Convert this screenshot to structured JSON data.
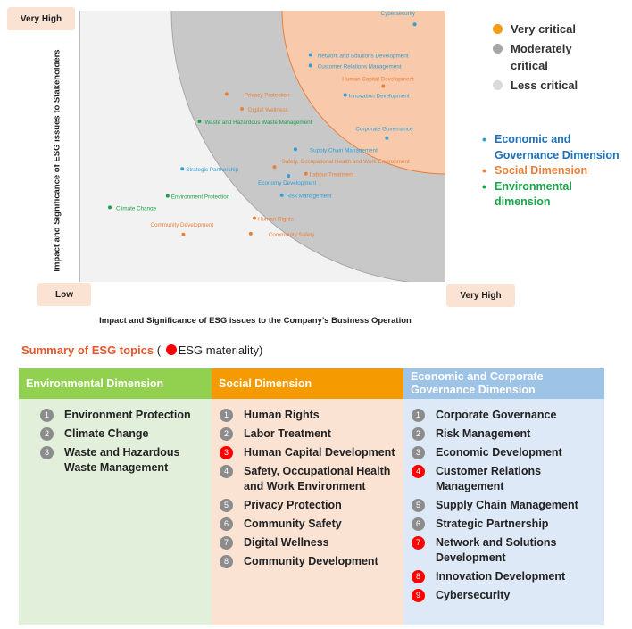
{
  "colors": {
    "economic": "#2e9fd6",
    "social": "#e9803a",
    "environmental": "#1aa34a",
    "very_critical_fill": "#f8c9aa",
    "very_critical_stroke": "#e9803a",
    "moderately_critical_fill": "#c8c8c8",
    "moderately_critical_stroke": "#a6a6a6",
    "less_critical_fill": "#f2f2f2",
    "legend_very_critical": "#f39c12",
    "legend_moderately_critical": "#a6a6a6",
    "legend_less_critical": "#d9d9d9",
    "env_head": "#92d050",
    "env_body": "#e2efda",
    "soc_head": "#f59a00",
    "soc_body": "#fbe3d4",
    "eco_head": "#9dc3e6",
    "eco_body": "#dde9f6"
  },
  "chart_data": {
    "type": "scatter",
    "xlabel": "Impact and Significance of ESG issues to the Company’s Business Operation",
    "ylabel": "Impact and Significance of ESG issues to Stakeholders",
    "x_low_label": "Low",
    "x_high_label": "Very High",
    "y_high_label": "Very High",
    "xlim": [
      0,
      100
    ],
    "ylim": [
      0,
      100
    ],
    "zones": [
      {
        "name": "Very critical",
        "icon": "orange-circle"
      },
      {
        "name": "Moderately critical",
        "icon": "grey-circle"
      },
      {
        "name": "Less critical",
        "icon": "light-grey-circle"
      }
    ],
    "dimensions": [
      {
        "key": "economic",
        "label": "Economic and Governance Dimension"
      },
      {
        "key": "social",
        "label": "Social Dimension"
      },
      {
        "key": "environmental",
        "label": "Environmental dimension"
      }
    ],
    "points": [
      {
        "label": "Cybersecurity",
        "dim": "economic",
        "x": 91.6,
        "y": 95.0
      },
      {
        "label": "Network and Solutions Development",
        "dim": "economic",
        "x": 63.1,
        "y": 83.7
      },
      {
        "label": "Customer Relations Management",
        "dim": "economic",
        "x": 63.1,
        "y": 79.8
      },
      {
        "label": "Human Capital Development",
        "dim": "social",
        "x": 83.0,
        "y": 72.2
      },
      {
        "label": "Innovation Development",
        "dim": "economic",
        "x": 72.6,
        "y": 68.9
      },
      {
        "label": "Privacy Protection",
        "dim": "social",
        "x": 40.2,
        "y": 69.3
      },
      {
        "label": "Digital Wellness",
        "dim": "social",
        "x": 44.4,
        "y": 63.8
      },
      {
        "label": "Waste and Hazardous Waste Management",
        "dim": "environmental",
        "x": 32.8,
        "y": 59.2
      },
      {
        "label": "Corporate Governance",
        "dim": "economic",
        "x": 84.0,
        "y": 53.1
      },
      {
        "label": "Supply Chain Management",
        "dim": "economic",
        "x": 59.0,
        "y": 48.9
      },
      {
        "label": "Safety, Occupational Health and Work Environment",
        "dim": "social",
        "x": 53.3,
        "y": 42.4
      },
      {
        "label": "Strategic Partnership",
        "dim": "economic",
        "x": 28.1,
        "y": 41.7
      },
      {
        "label": "Labour Treatment",
        "dim": "social",
        "x": 61.9,
        "y": 39.9
      },
      {
        "label": "Economy Development",
        "dim": "economic",
        "x": 57.1,
        "y": 39.1
      },
      {
        "label": "Risk Management",
        "dim": "economic",
        "x": 55.3,
        "y": 32.0
      },
      {
        "label": "Environment Protection",
        "dim": "environmental",
        "x": 24.1,
        "y": 31.7
      },
      {
        "label": "Climate Change",
        "dim": "environmental",
        "x": 8.3,
        "y": 27.5
      },
      {
        "label": "Human Rights",
        "dim": "social",
        "x": 47.8,
        "y": 23.5
      },
      {
        "label": "Community Development",
        "dim": "social",
        "x": 28.4,
        "y": 17.5
      },
      {
        "label": "Community Safety",
        "dim": "social",
        "x": 46.8,
        "y": 17.8
      }
    ]
  },
  "summary": {
    "title": "Summary of ESG topics",
    "materiality_open": "(",
    "materiality_label": "ESG materiality)",
    "columns": [
      {
        "key": "env",
        "header": "Environmental Dimension",
        "items": [
          {
            "n": "1",
            "text": "Environment Protection",
            "material": false
          },
          {
            "n": "2",
            "text": "Climate Change",
            "material": false
          },
          {
            "n": "3",
            "text": "Waste and Hazardous Waste Management",
            "material": false
          }
        ]
      },
      {
        "key": "soc",
        "header": "Social Dimension",
        "items": [
          {
            "n": "1",
            "text": "Human Rights",
            "material": false
          },
          {
            "n": "2",
            "text": "Labor Treatment",
            "material": false
          },
          {
            "n": "3",
            "text": "Human Capital Development",
            "material": true
          },
          {
            "n": "4",
            "text": "Safety, Occupational Health and Work Environment",
            "material": false
          },
          {
            "n": "5",
            "text": "Privacy Protection",
            "material": false
          },
          {
            "n": "6",
            "text": "Community Safety",
            "material": false
          },
          {
            "n": "7",
            "text": "Digital Wellness",
            "material": false
          },
          {
            "n": "8",
            "text": "Community Development",
            "material": false
          }
        ]
      },
      {
        "key": "eco",
        "header": "Economic and Corporate Governance Dimension",
        "items": [
          {
            "n": "1",
            "text": "Corporate Governance",
            "material": false
          },
          {
            "n": "2",
            "text": "Risk Management",
            "material": false
          },
          {
            "n": "3",
            "text": "Economic Development",
            "material": false
          },
          {
            "n": "4",
            "text": "Customer Relations Management",
            "material": true
          },
          {
            "n": "5",
            "text": "Supply Chain Management",
            "material": false
          },
          {
            "n": "6",
            "text": "Strategic Partnership",
            "material": false
          },
          {
            "n": "7",
            "text": "Network and Solutions Development",
            "material": true
          },
          {
            "n": "8",
            "text": "Innovation Development",
            "material": true
          },
          {
            "n": "9",
            "text": "Cybersecurity",
            "material": true
          }
        ]
      }
    ]
  }
}
